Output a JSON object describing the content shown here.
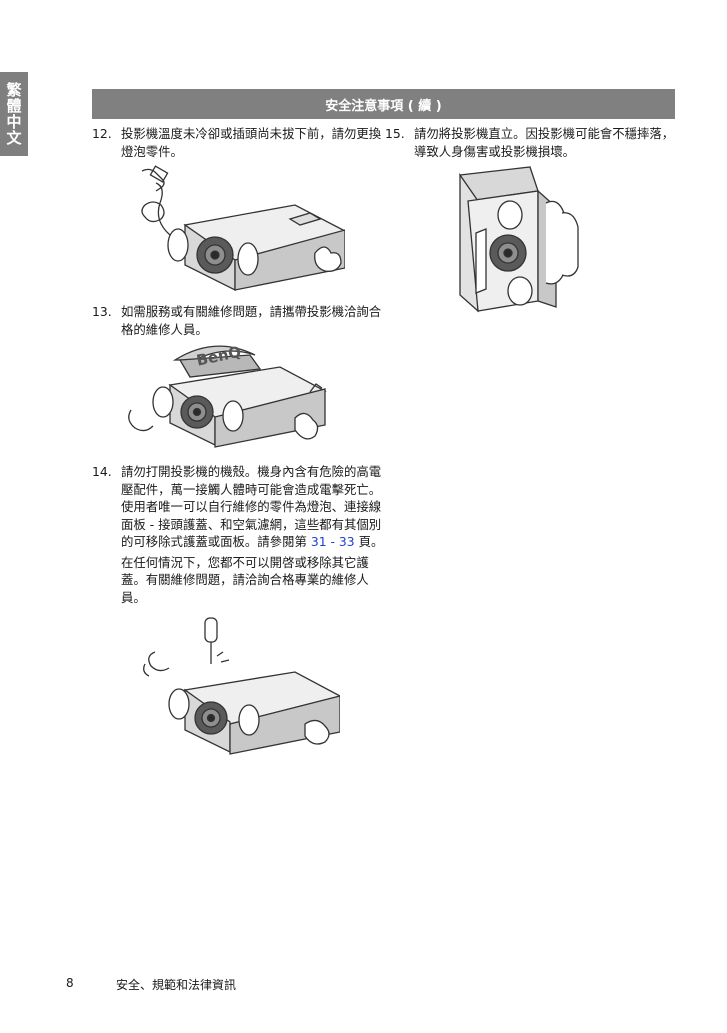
{
  "side_tab": "繁體中文",
  "section_header": "安全注意事項 ( 續 )",
  "items": [
    {
      "num": "12.",
      "text": "投影機溫度未冷卻或插頭尚未拔下前，請勿更換燈泡零件。"
    },
    {
      "num": "13.",
      "text": "如需服務或有關維修問題，請攜帶投影機洽詢合格的維修人員。"
    },
    {
      "num": "14.",
      "text_before_link": "請勿打開投影機的機殼。機身內含有危險的高電壓配件，萬一接觸人體時可能會造成電擊死亡。使用者唯一可以自行維修的零件為燈泡、連接線面板 - 接頭護蓋、和空氣濾網，這些都有其個別的可移除式護蓋或面板。請參閱第 ",
      "link": "31 - 33",
      "text_after_link": " 頁。",
      "text2": "在任何情況下，您都不可以開啓或移除其它護蓋。有關維修問題，請洽詢合格專業的維修人員。"
    },
    {
      "num": "15.",
      "text": "請勿將投影機直立。因投影機可能會不穩摔落，導致人身傷害或投影機損壞。"
    }
  ],
  "illustrations": {
    "logo_text": "BenQ"
  },
  "footer": {
    "page_number": "8",
    "title": "安全、規範和法律資訊"
  }
}
